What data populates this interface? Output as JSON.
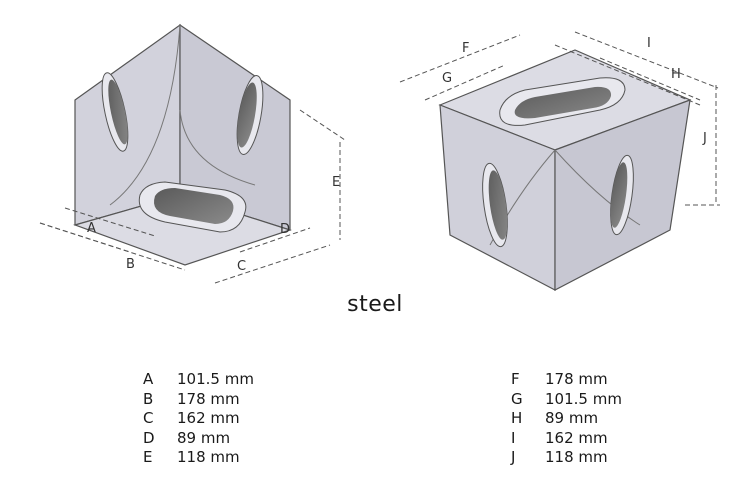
{
  "material": "steel",
  "labels": {
    "A": "A",
    "B": "B",
    "C": "C",
    "D": "D",
    "E": "E",
    "F": "F",
    "G": "G",
    "H": "H",
    "I": "I",
    "J": "J"
  },
  "dimensions_left": [
    {
      "label": "A",
      "value": "101.5 mm"
    },
    {
      "label": "B",
      "value": "178 mm"
    },
    {
      "label": "C",
      "value": "162 mm"
    },
    {
      "label": "D",
      "value": "89 mm"
    },
    {
      "label": "E",
      "value": "118 mm"
    }
  ],
  "dimensions_right": [
    {
      "label": "F",
      "value": "178 mm"
    },
    {
      "label": "G",
      "value": "101.5 mm"
    },
    {
      "label": "H",
      "value": "89 mm"
    },
    {
      "label": "I",
      "value": "162 mm"
    },
    {
      "label": "J",
      "value": "118 mm"
    }
  ]
}
